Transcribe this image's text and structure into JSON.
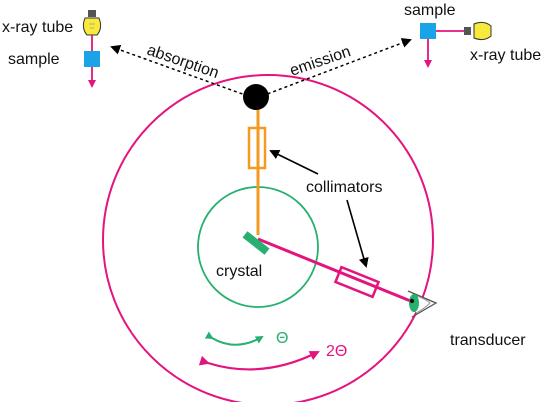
{
  "labels": {
    "xray_tube_left": "x-ray tube",
    "sample_left": "sample",
    "absorption": "absorption",
    "emission": "emission",
    "sample_right": "sample",
    "xray_tube_right": "x-ray tube",
    "collimators": "collimators",
    "crystal": "crystal",
    "transducer": "transducer",
    "theta": "Θ",
    "two_theta": "2Θ"
  },
  "colors": {
    "magenta": "#e4137e",
    "green": "#27b06f",
    "orange": "#f39a21",
    "blue": "#1aa3e6",
    "bulb_yellow": "#f7ea3b",
    "black": "#000000"
  },
  "icons": [
    "light-bulb-icon",
    "eye-icon"
  ]
}
